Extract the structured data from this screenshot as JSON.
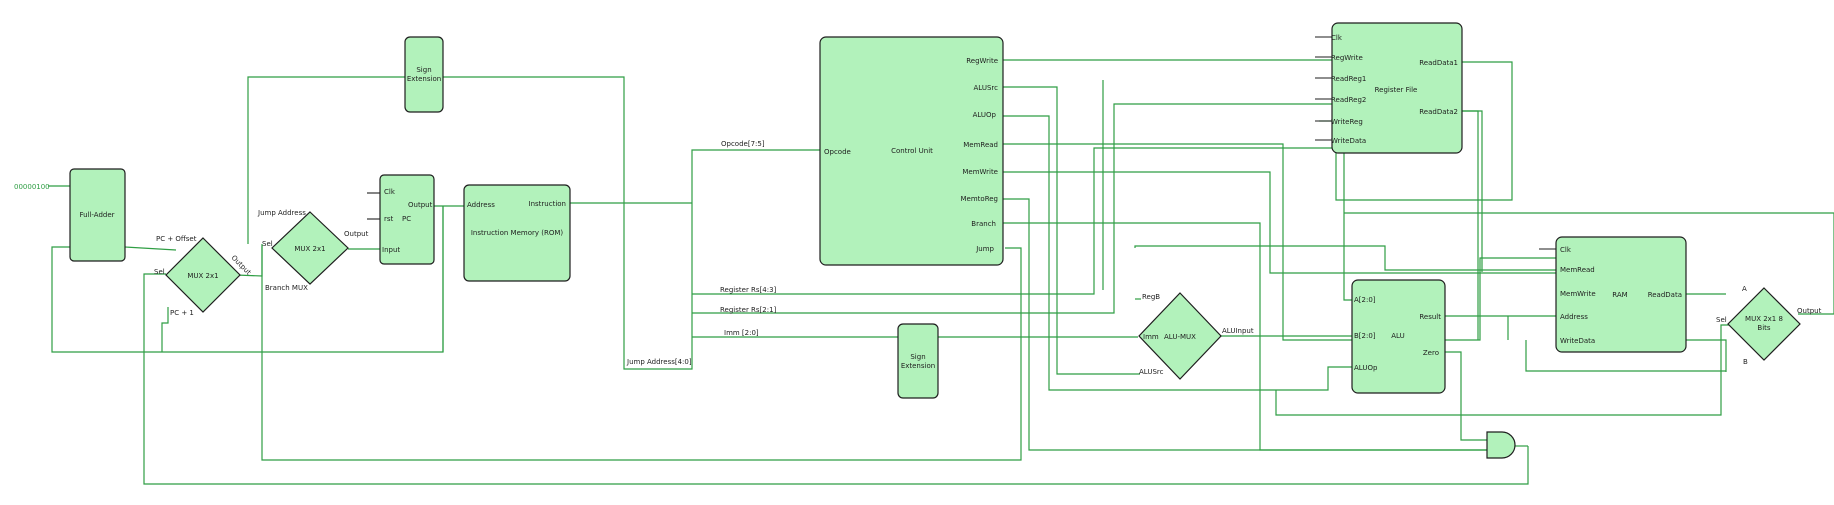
{
  "colors": {
    "block_fill": "#b2f2bb",
    "wire": "#2f9e44",
    "outline": "#1e1e1e"
  },
  "constant": "00000100",
  "full_adder": {
    "title": "Full-Adder"
  },
  "branch_mux": {
    "title": "MUX 2x1",
    "sel": "Sel",
    "output": "Output",
    "caption": "Branch MUX",
    "in_offset": "PC + Offset",
    "in_plus1": "PC + 1"
  },
  "jump_mux": {
    "title": "MUX 2x1",
    "sel": "Sel",
    "output": "Output",
    "in_jump": "Jump Address"
  },
  "sign_ext_top": {
    "title_l1": "Sign",
    "title_l2": "Extension"
  },
  "pc": {
    "clk": "Clk",
    "rst": "rst",
    "title": "PC",
    "output": "Output",
    "input": "Input"
  },
  "imem": {
    "address": "Address",
    "instruction": "Instruction",
    "title": "Instruction Memory (ROM)"
  },
  "fields": {
    "opcode": "Opcode[7:5]",
    "rs4": "Register Rs[4:3]",
    "rs2": "Register Rs[2:1]",
    "imm": "Imm [2:0]",
    "jump_addr": "Jump Address[4:0]"
  },
  "control": {
    "title": "Control Unit",
    "opcode": "Opcode",
    "outputs": [
      "RegWrite",
      "ALUSrc",
      "ALUOp",
      "MemRead",
      "MemWrite",
      "MemtoReg",
      "Branch",
      "Jump"
    ]
  },
  "sign_ext_mid": {
    "title_l1": "Sign",
    "title_l2": "Extension"
  },
  "regfile": {
    "title": "Register File",
    "inputs": [
      "Clk",
      "RegWrite",
      "ReadReg1",
      "ReadReg2",
      "WriteReg",
      "WriteData"
    ],
    "out1": "ReadData1",
    "out2": "ReadData2"
  },
  "alu_mux": {
    "title": "ALU-MUX",
    "regb": "RegB",
    "imm": "Imm",
    "aluinput": "ALUInput",
    "alusrc": "ALUSrc"
  },
  "alu": {
    "title": "ALU",
    "a": "A[2:0]",
    "b": "B[2:0]",
    "aluop": "ALUOp",
    "result": "Result",
    "zero": "Zero"
  },
  "ram": {
    "title": "RAM",
    "inputs": [
      "Clk",
      "MemRead",
      "MemWrite",
      "Address",
      "WriteData"
    ],
    "readdata": "ReadData"
  },
  "wb_mux": {
    "title_l1": "MUX 2x1 8",
    "title_l2": "Bits",
    "sel": "Sel",
    "output": "Output",
    "a": "A",
    "b": "B"
  }
}
